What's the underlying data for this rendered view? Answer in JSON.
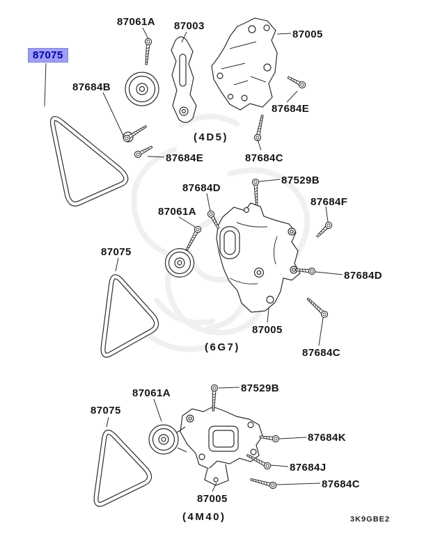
{
  "diagram_code": "3K9GBE2",
  "highlight": {
    "bg": "#9e9ef2",
    "fg": "#0000ae"
  },
  "engine_groups": [
    {
      "caption": "(4D5)"
    },
    {
      "caption": "(6G7)"
    },
    {
      "caption": "(4M40)"
    }
  ],
  "labels": [
    {
      "text": "87061A",
      "group": "4D5",
      "highlighted": false
    },
    {
      "text": "87003",
      "group": "4D5",
      "highlighted": false
    },
    {
      "text": "87005",
      "group": "4D5",
      "highlighted": false
    },
    {
      "text": "87075",
      "group": "4D5",
      "highlighted": true
    },
    {
      "text": "87684B",
      "group": "4D5",
      "highlighted": false
    },
    {
      "text": "87684E",
      "group": "4D5",
      "highlighted": false
    },
    {
      "text": "87684E",
      "group": "4D5",
      "highlighted": false
    },
    {
      "text": "87684C",
      "group": "4D5",
      "highlighted": false
    },
    {
      "text": "87684D",
      "group": "6G7",
      "highlighted": false
    },
    {
      "text": "87529B",
      "group": "6G7",
      "highlighted": false
    },
    {
      "text": "87684F",
      "group": "6G7",
      "highlighted": false
    },
    {
      "text": "87061A",
      "group": "6G7",
      "highlighted": false
    },
    {
      "text": "87075",
      "group": "6G7",
      "highlighted": false
    },
    {
      "text": "87684D",
      "group": "6G7",
      "highlighted": false
    },
    {
      "text": "87005",
      "group": "6G7",
      "highlighted": false
    },
    {
      "text": "87684C",
      "group": "6G7",
      "highlighted": false
    },
    {
      "text": "87061A",
      "group": "4M40",
      "highlighted": false
    },
    {
      "text": "87529B",
      "group": "4M40",
      "highlighted": false
    },
    {
      "text": "87075",
      "group": "4M40",
      "highlighted": false
    },
    {
      "text": "87684K",
      "group": "4M40",
      "highlighted": false
    },
    {
      "text": "87684J",
      "group": "4M40",
      "highlighted": false
    },
    {
      "text": "87684C",
      "group": "4M40",
      "highlighted": false
    },
    {
      "text": "87005",
      "group": "4M40",
      "highlighted": false
    }
  ]
}
